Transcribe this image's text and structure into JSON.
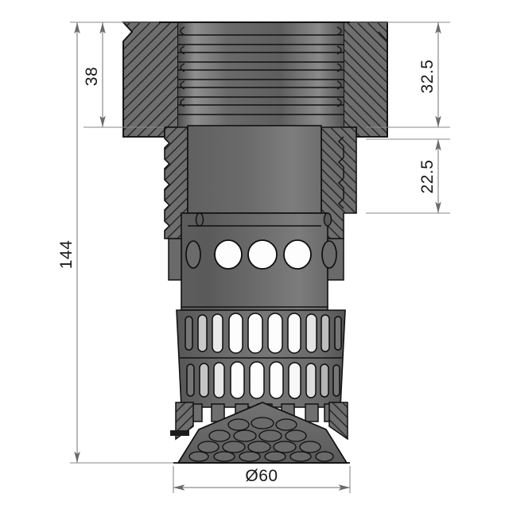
{
  "drawing": {
    "title": "Sectional technical drawing of threaded strainer / foot valve body",
    "view": "front-section",
    "units": "mm",
    "background_color": "#ffffff",
    "line_color": "#6b6b6b",
    "text_color": "#1a1a1a",
    "body_fill_light": "#8a8a8a",
    "body_fill_mid": "#6e6e6e",
    "body_fill_dark": "#4a4a4a",
    "hatch_color": "#2b2b2b"
  },
  "dimensions": {
    "overall_height": {
      "label": "144",
      "name": "overall-height",
      "orientation": "vertical",
      "side": "left"
    },
    "cap_height": {
      "label": "38",
      "name": "cap-height",
      "orientation": "vertical",
      "side": "left"
    },
    "thread_upper": {
      "label": "32.5",
      "name": "upper-thread-length",
      "orientation": "vertical",
      "side": "right"
    },
    "thread_lower": {
      "label": "22.5",
      "name": "lower-thread-length",
      "orientation": "vertical",
      "side": "right"
    },
    "diameter": {
      "label": "Ø60",
      "name": "outer-diameter",
      "orientation": "horizontal",
      "side": "bottom"
    }
  },
  "features": {
    "cap": "ribbed-threaded-cap",
    "mid_body": "perforated-cylinder",
    "strainer": "slotted-basket",
    "base": "conical-perforated-base"
  }
}
